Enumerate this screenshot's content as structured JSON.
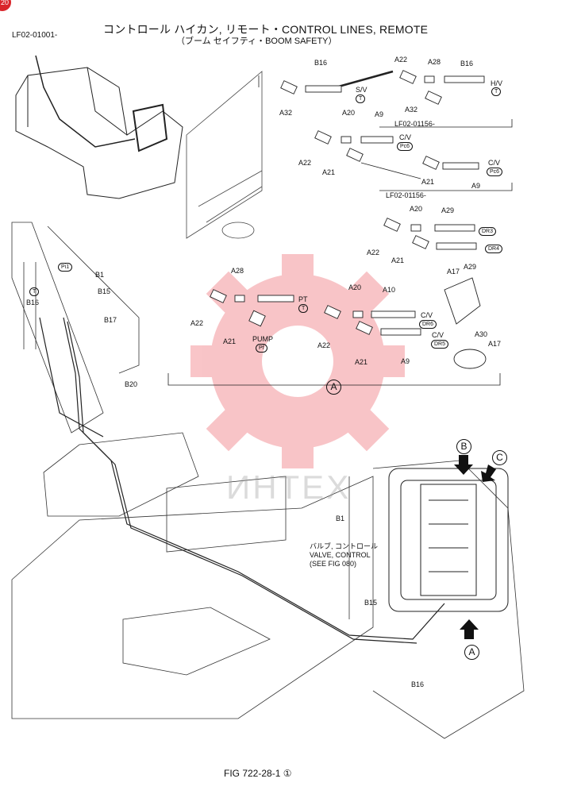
{
  "page": {
    "corner_badge": "20",
    "serial_code": "LF02-01001-",
    "title": "コントロール ハイカン, リモート・CONTROL LINES, REMOTE",
    "subtitle": "（ブーム セイフティ・BOOM SAFETY）",
    "figure_caption": "FIG 722-28-1 ①",
    "watermark": "ИНТЕХ",
    "watermark_color": "#e8303a"
  },
  "detail": {
    "frame_label": "A",
    "sub_serials": [
      "LF02-01156-",
      "LF02-01156-"
    ]
  },
  "callouts": {
    "B16_top": "B16",
    "A32_left": "A32",
    "SV": "S/V",
    "T1": "T",
    "A22_top": "A22",
    "A28_top": "A28",
    "B16_top2": "B16",
    "HV": "H/V",
    "T2": "T",
    "A32_right": "A32",
    "A20_1": "A20",
    "A9_1": "A9",
    "CV_1": "C/V",
    "Pc6_1": "Pc6",
    "A22_1": "A22",
    "A21_1": "A21",
    "A21_2": "A21",
    "CV_2": "C/V",
    "Pc6_2": "Pc6",
    "A9_2": "A9",
    "A20_2": "A20",
    "A29_1": "A29",
    "DR3": "DR3",
    "A22_2": "A22",
    "A21_3": "A21",
    "DR4": "DR4",
    "A29_2": "A29",
    "A28_2": "A28",
    "PT": "PT",
    "T3": "T",
    "A22_3": "A22",
    "A21_4": "A21",
    "PUMP": "PUMP",
    "Pf": "Pf",
    "A20_3": "A20",
    "A10": "A10",
    "A17_1": "A17",
    "A22_4": "A22",
    "CV_3": "C/V",
    "DR6": "DR6",
    "A21_5": "A21",
    "CV_4": "C/V",
    "DR5": "DR5",
    "A9_3": "A9",
    "A30": "A30",
    "A17_2": "A17",
    "Pi1": "Pi1",
    "B1_left": "B1",
    "T4": "T",
    "B15_left": "B15",
    "B16_left": "B16",
    "B17": "B17",
    "B20": "B20",
    "B_label": "B",
    "C_label": "C",
    "A_bottom": "A",
    "B1_mid": "B1",
    "valve_jp": "バルブ, コントロール",
    "valve_en": "VALVE, CONTROL",
    "valve_ref": "(SEE FIG 080)",
    "B15_bottom": "B15",
    "B16_bottom": "B16"
  }
}
